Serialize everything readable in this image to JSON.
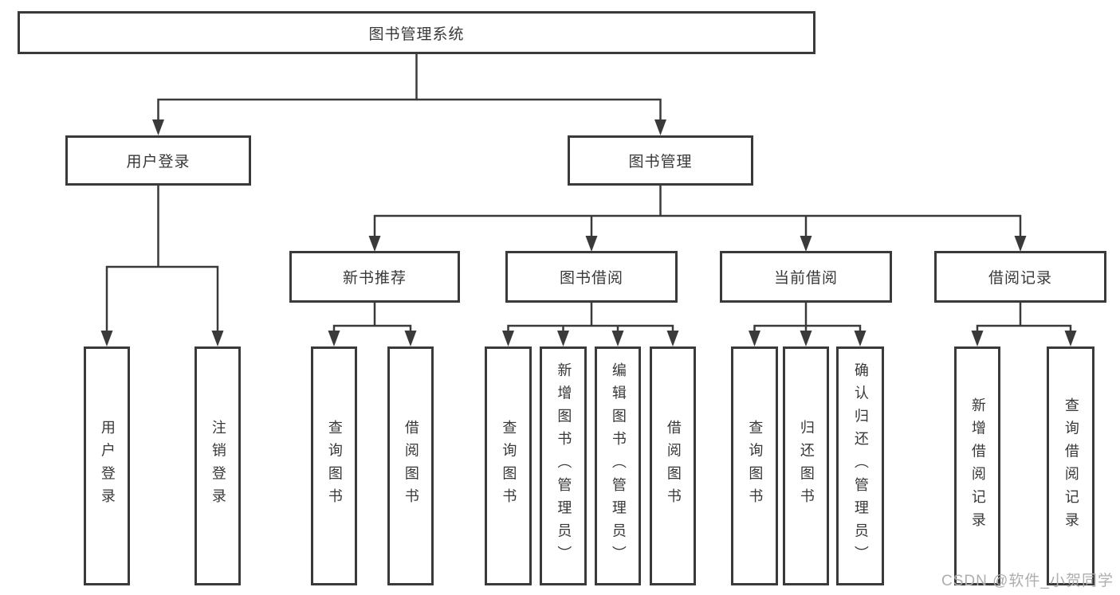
{
  "tree": {
    "root": {
      "label": "图书管理系统"
    },
    "branches": [
      {
        "label": "用户登录",
        "children": [
          {
            "label": "用户登录"
          },
          {
            "label": "注销登录"
          }
        ]
      },
      {
        "label": "图书管理",
        "children": [
          {
            "label": "新书推荐",
            "children": [
              {
                "label": "查询图书"
              },
              {
                "label": "借阅图书"
              }
            ]
          },
          {
            "label": "图书借阅",
            "children": [
              {
                "label": "查询图书"
              },
              {
                "label": "新增图书（管理员）"
              },
              {
                "label": "编辑图书（管理员）"
              },
              {
                "label": "借阅图书"
              }
            ]
          },
          {
            "label": "当前借阅",
            "children": [
              {
                "label": "查询图书"
              },
              {
                "label": "归还图书"
              },
              {
                "label": "确认归还（管理员）"
              }
            ]
          },
          {
            "label": "借阅记录",
            "children": [
              {
                "label": "新增借阅记录"
              },
              {
                "label": "查询借阅记录"
              }
            ]
          }
        ]
      }
    ]
  },
  "watermark": {
    "text": "CSDN @软件_小贺同学"
  },
  "colors": {
    "line": "#3a3a3a",
    "box_border": "#3a3a3a",
    "text": "#383838",
    "watermark": "#aeaeae",
    "background": "#ffffff"
  }
}
